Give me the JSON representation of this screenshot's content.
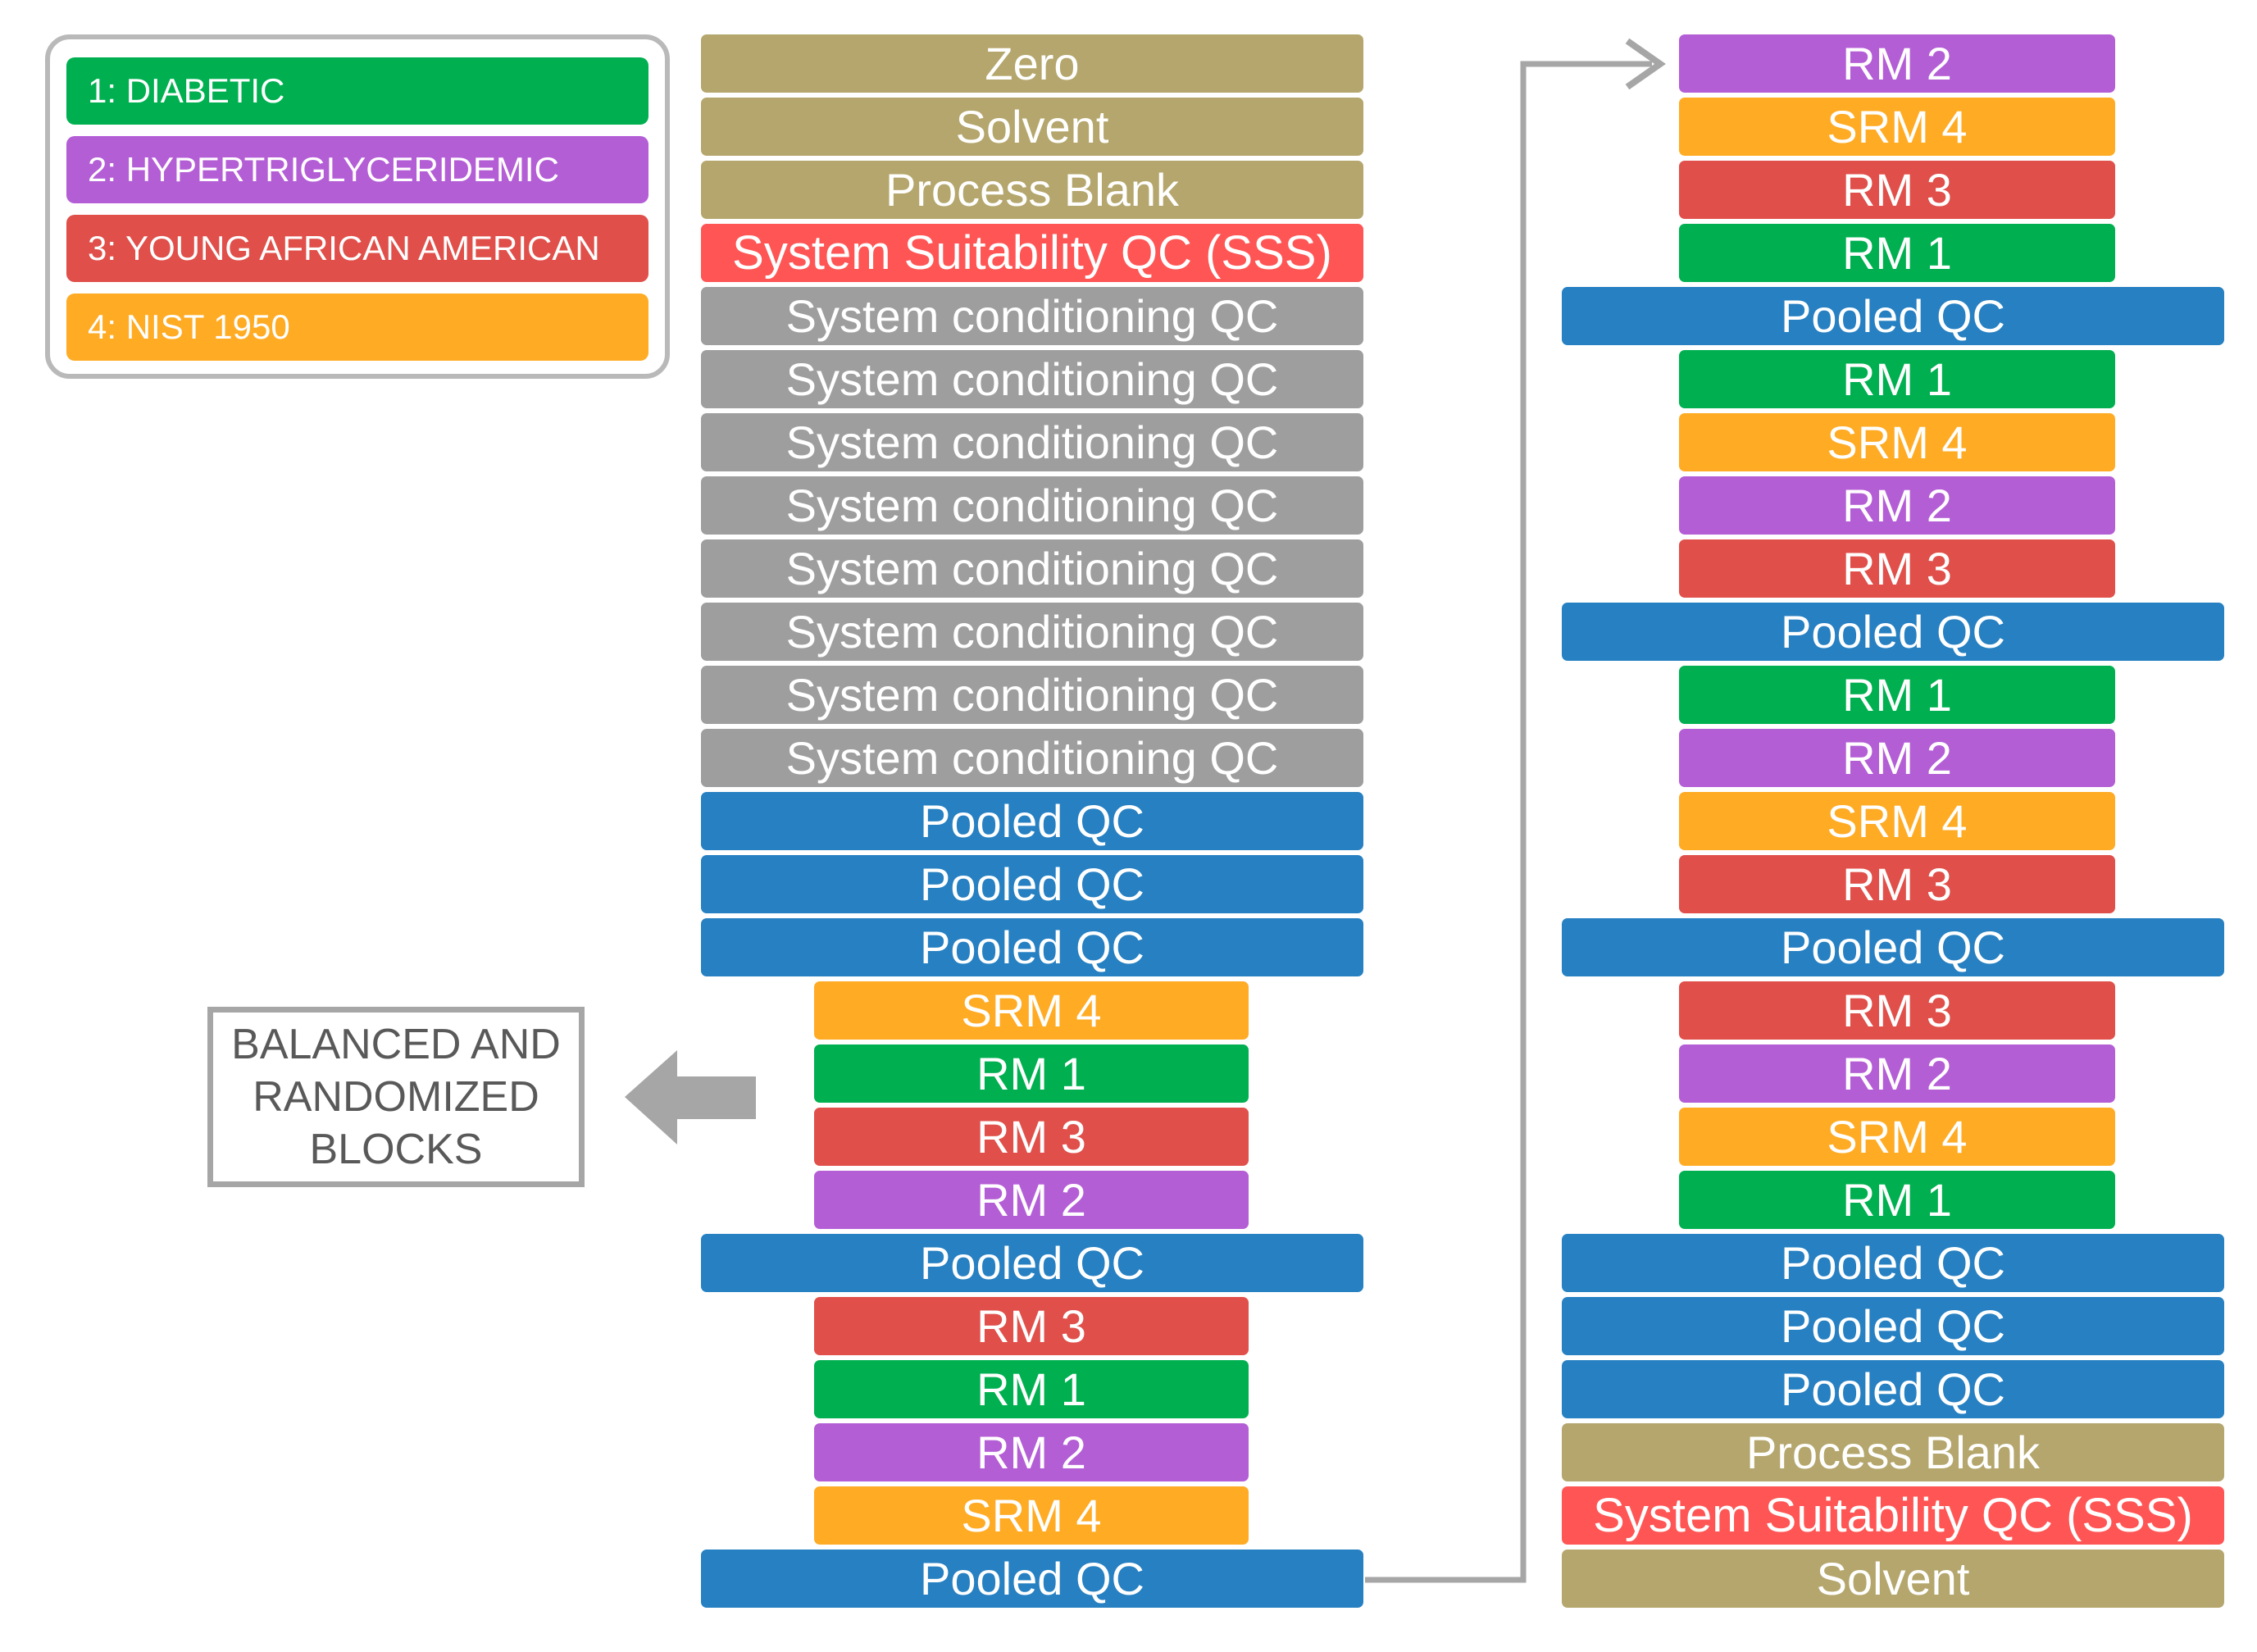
{
  "colors": {
    "diabetic": "#00b050",
    "hypertriglyceridemic": "#b45ed6",
    "young_african_american": "#e04f4a",
    "nist": "#ffab24",
    "pooled": "#2680c2",
    "gray_qc": "#9e9e9e",
    "khaki": "#b4a66c",
    "sss": "#ff5555",
    "arrow": "#a6a6a6"
  },
  "legend": [
    {
      "label": "1: DIABETIC",
      "color": "#00b050"
    },
    {
      "label": "2: HYPERTRIGLYCERIDEMIC",
      "color": "#b45ed6"
    },
    {
      "label": "3: YOUNG AFRICAN AMERICAN",
      "color": "#e04f4a"
    },
    {
      "label": "4: NIST 1950",
      "color": "#ffab24"
    }
  ],
  "callout": {
    "text": "BALANCED AND\nRANDOMIZED\nBLOCKS"
  },
  "left_column": [
    {
      "label": "Zero",
      "kind": "khaki"
    },
    {
      "label": "Solvent",
      "kind": "khaki"
    },
    {
      "label": "Process Blank",
      "kind": "khaki"
    },
    {
      "label": "System Suitability QC (SSS)",
      "kind": "sss"
    },
    {
      "label": "System conditioning QC",
      "kind": "gray"
    },
    {
      "label": "System conditioning QC",
      "kind": "gray"
    },
    {
      "label": "System conditioning QC",
      "kind": "gray"
    },
    {
      "label": "System conditioning QC",
      "kind": "gray"
    },
    {
      "label": "System conditioning QC",
      "kind": "gray"
    },
    {
      "label": "System conditioning QC",
      "kind": "gray"
    },
    {
      "label": "System conditioning QC",
      "kind": "gray"
    },
    {
      "label": "System conditioning QC",
      "kind": "gray"
    },
    {
      "label": "Pooled QC",
      "kind": "pooled"
    },
    {
      "label": "Pooled QC",
      "kind": "pooled"
    },
    {
      "label": "Pooled QC",
      "kind": "pooled"
    },
    {
      "label": "SRM 4",
      "kind": "nist"
    },
    {
      "label": "RM 1",
      "kind": "diabetic"
    },
    {
      "label": "RM 3",
      "kind": "yaa"
    },
    {
      "label": "RM 2",
      "kind": "hyper"
    },
    {
      "label": "Pooled QC",
      "kind": "pooled"
    },
    {
      "label": "RM 3",
      "kind": "yaa"
    },
    {
      "label": "RM 1",
      "kind": "diabetic"
    },
    {
      "label": "RM 2",
      "kind": "hyper"
    },
    {
      "label": "SRM 4",
      "kind": "nist"
    },
    {
      "label": "Pooled QC",
      "kind": "pooled"
    }
  ],
  "right_column": [
    {
      "label": "RM 2",
      "kind": "hyper"
    },
    {
      "label": "SRM 4",
      "kind": "nist"
    },
    {
      "label": "RM 3",
      "kind": "yaa"
    },
    {
      "label": "RM 1",
      "kind": "diabetic"
    },
    {
      "label": "Pooled QC",
      "kind": "pooled"
    },
    {
      "label": "RM 1",
      "kind": "diabetic"
    },
    {
      "label": "SRM 4",
      "kind": "nist"
    },
    {
      "label": "RM 2",
      "kind": "hyper"
    },
    {
      "label": "RM 3",
      "kind": "yaa"
    },
    {
      "label": "Pooled QC",
      "kind": "pooled"
    },
    {
      "label": "RM 1",
      "kind": "diabetic"
    },
    {
      "label": "RM 2",
      "kind": "hyper"
    },
    {
      "label": "SRM 4",
      "kind": "nist"
    },
    {
      "label": "RM 3",
      "kind": "yaa"
    },
    {
      "label": "Pooled QC",
      "kind": "pooled"
    },
    {
      "label": "RM 3",
      "kind": "yaa"
    },
    {
      "label": "RM 2",
      "kind": "hyper"
    },
    {
      "label": "SRM 4",
      "kind": "nist"
    },
    {
      "label": "RM 1",
      "kind": "diabetic"
    },
    {
      "label": "Pooled QC",
      "kind": "pooled"
    },
    {
      "label": "Pooled QC",
      "kind": "pooled"
    },
    {
      "label": "Pooled QC",
      "kind": "pooled"
    },
    {
      "label": "Process Blank",
      "kind": "khaki"
    },
    {
      "label": "System Suitability QC (SSS)",
      "kind": "sss"
    },
    {
      "label": "Solvent",
      "kind": "khaki"
    }
  ]
}
